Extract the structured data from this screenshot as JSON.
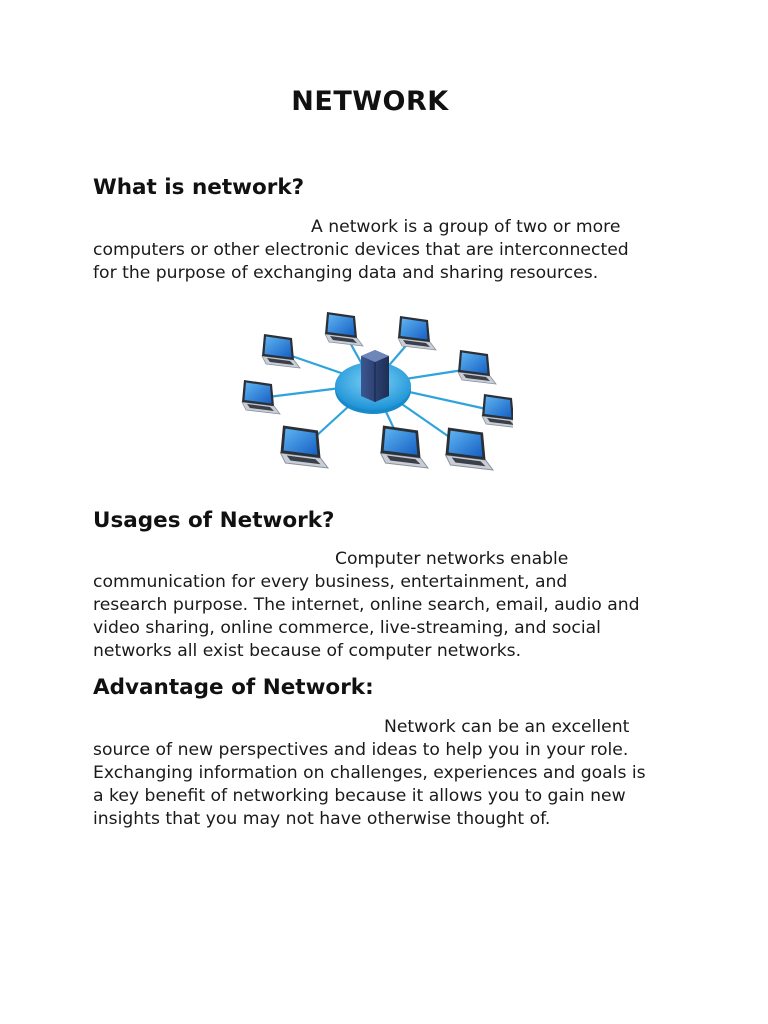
{
  "document": {
    "title": "NETWORK"
  },
  "sections": [
    {
      "heading": "What is network?",
      "lines": [
        "A network is a group of two or more",
        "computers or other electronic devices that are interconnected",
        "for the purpose of exchanging data and sharing resources."
      ]
    },
    {
      "heading": "Usages of Network?",
      "lines": [
        "Computer networks enable",
        "communication for every business, entertainment, and",
        "research purpose. The internet, online search, email, audio and",
        "video sharing, online commerce, live-streaming, and social",
        "networks all exist because of computer networks."
      ]
    },
    {
      "heading": "Advantage of Network:",
      "lines": [
        "Network can be an excellent",
        "source of new perspectives and ideas to help you in your role.",
        "Exchanging information on challenges, experiences and goals is",
        "a key benefit of networking because it allows you to gain new",
        "insights that you may not have otherwise thought of."
      ]
    }
  ],
  "figure": {
    "icon": "network-topology-icon",
    "laptop_count": 9,
    "colors": {
      "hub": "#29a8e6",
      "link": "#2fa3dc",
      "screen": "#1e78d6",
      "server": "#2a3e6e"
    }
  }
}
